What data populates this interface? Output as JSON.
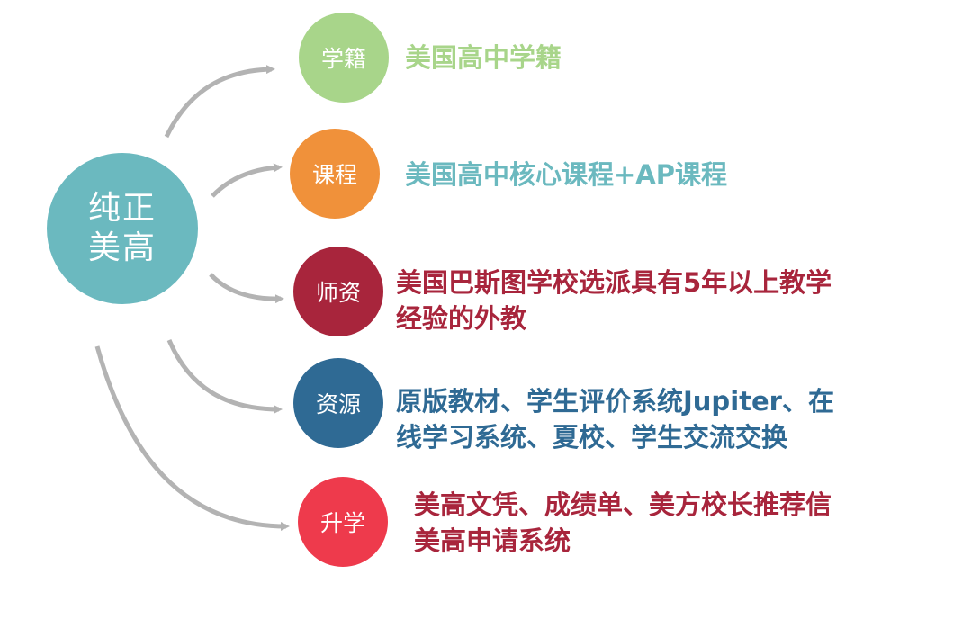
{
  "center": {
    "line1": "纯正",
    "line2": "美高",
    "color": "#6bb9bf"
  },
  "items": [
    {
      "label": "学籍",
      "color": "#a8d58a",
      "text_color": "#a8d58a",
      "lines": [
        "美国高中学籍"
      ]
    },
    {
      "label": "课程",
      "color": "#f0913a",
      "text_color": "#6bb9bf",
      "lines": [
        "美国高中核心课程+AP课程"
      ]
    },
    {
      "label": "师资",
      "color": "#a8253c",
      "text_color": "#a8253c",
      "lines": [
        "美国巴斯图学校选派具有5年以上教学",
        "经验的外教"
      ]
    },
    {
      "label": "资源",
      "color": "#2f6a94",
      "text_color": "#2f6a94",
      "lines": [
        "原版教材、学生评价系统Jupiter、在",
        "线学习系统、夏校、学生交流交换"
      ]
    },
    {
      "label": "升学",
      "color": "#ee3a4c",
      "text_color": "#a8253c",
      "lines": [
        "美高文凭、成绩单、美方校长推荐信",
        "美高申请系统"
      ]
    }
  ],
  "arrow_color": "#b3b3b3"
}
